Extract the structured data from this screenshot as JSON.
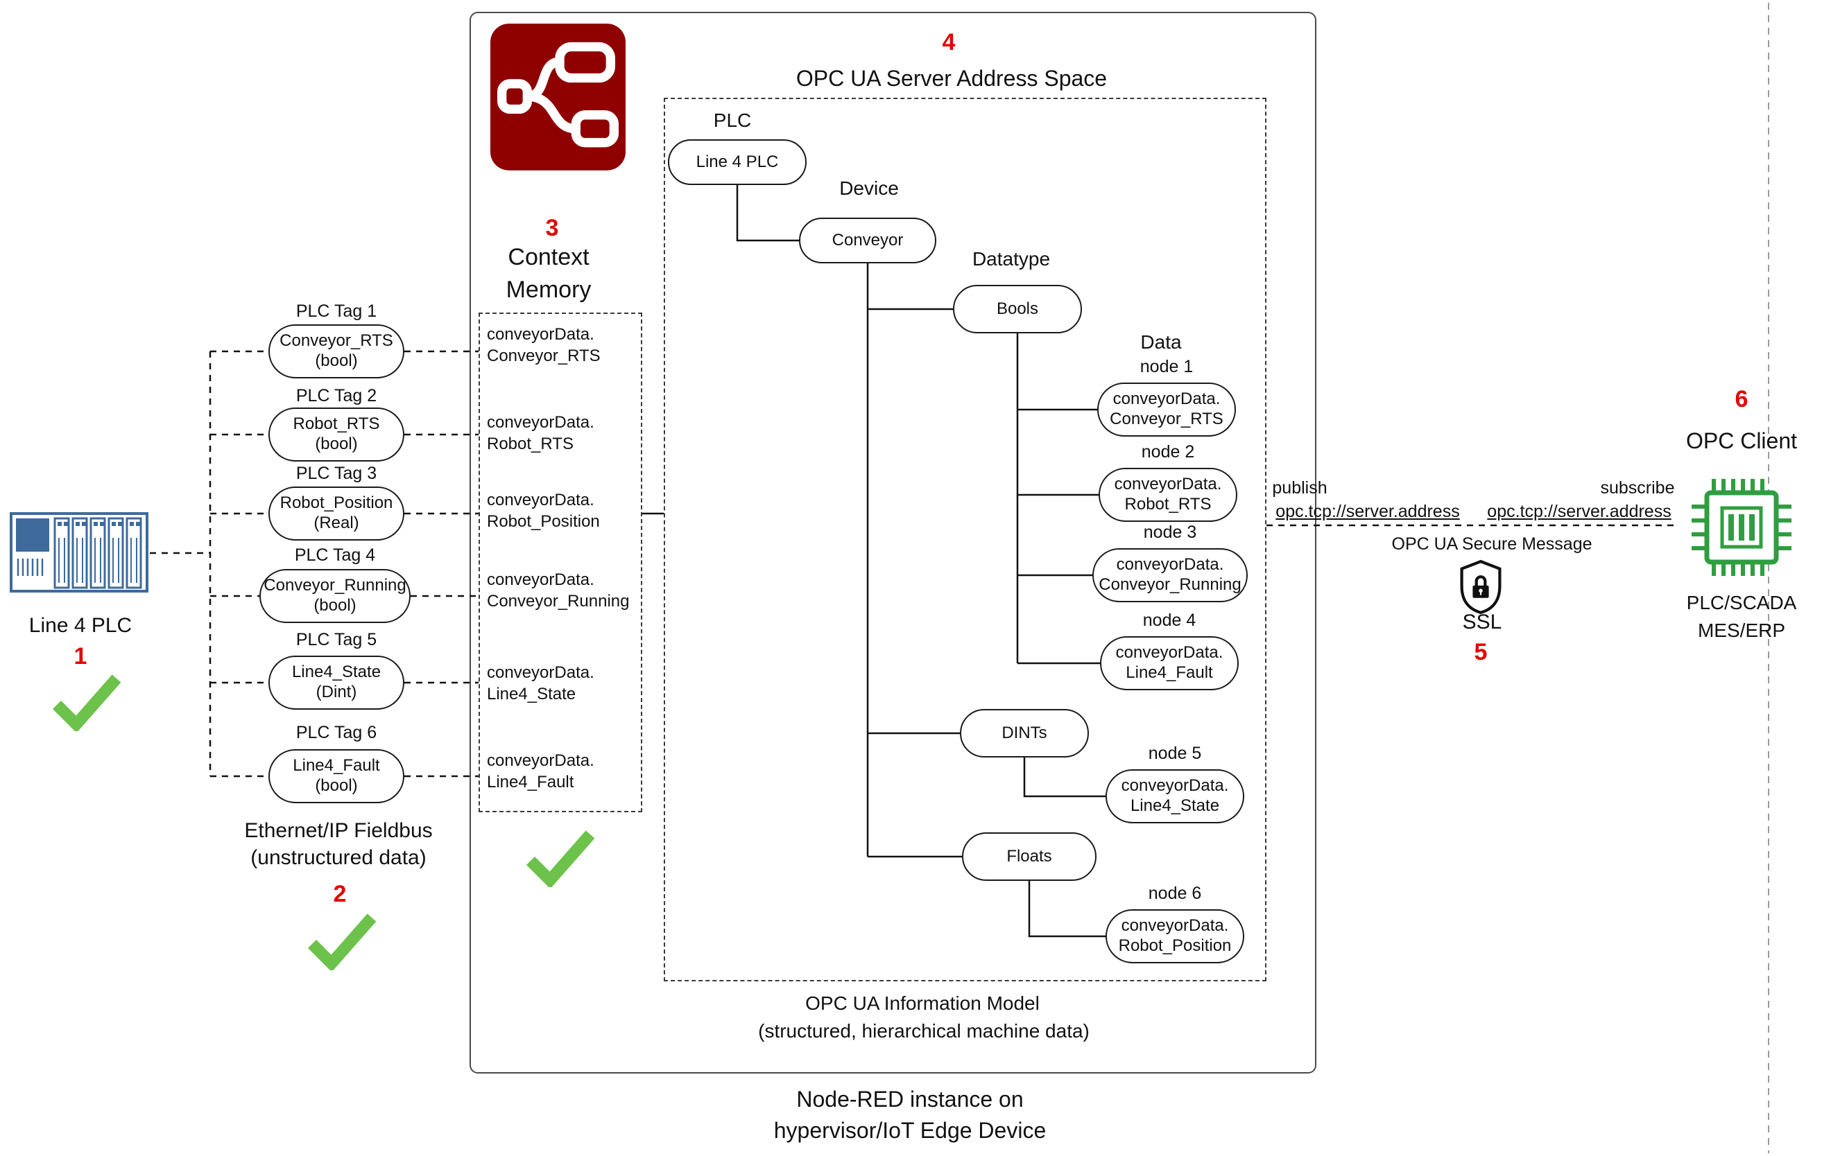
{
  "colors": {
    "accent_red": "#e60000",
    "check_green": "#6cc24a",
    "nodered_maroon": "#8f0000",
    "chip_green": "#2f9e41",
    "plc_blue": "#3e6a9c"
  },
  "icons": {
    "node-red-logo": "nodes-and-wires",
    "plc-rack-icon": "rack-modules",
    "ssl-shield-icon": "shield-with-lock",
    "opc-client-chip-icon": "integrated-circuit",
    "check-icon": "✓"
  },
  "left": {
    "plc_label": "Line 4 PLC",
    "step1": "1",
    "tags": [
      {
        "tag": "PLC Tag 1",
        "line1": "Conveyor_RTS",
        "line2": "(bool)"
      },
      {
        "tag": "PLC Tag 2",
        "line1": "Robot_RTS",
        "line2": "(bool)"
      },
      {
        "tag": "PLC Tag 3",
        "line1": "Robot_Position",
        "line2": "(Real)"
      },
      {
        "tag": "PLC Tag 4",
        "line1": "Conveyor_Running",
        "line2": "(bool)"
      },
      {
        "tag": "PLC Tag 5",
        "line1": "Line4_State",
        "line2": "(Dint)"
      },
      {
        "tag": "PLC Tag 6",
        "line1": "Line4_Fault",
        "line2": "(bool)"
      }
    ],
    "fieldbus_line1": "Ethernet/IP Fieldbus",
    "fieldbus_line2": "(unstructured data)",
    "step2": "2"
  },
  "context": {
    "step3": "3",
    "title_line1": "Context",
    "title_line2": "Memory",
    "entries": [
      {
        "line1": "conveyorData.",
        "line2": "Conveyor_RTS"
      },
      {
        "line1": "conveyorData.",
        "line2": "Robot_RTS"
      },
      {
        "line1": "conveyorData.",
        "line2": "Robot_Position"
      },
      {
        "line1": "conveyorData.",
        "line2": "Conveyor_Running"
      },
      {
        "line1": "conveyorData.",
        "line2": "Line4_State"
      },
      {
        "line1": "conveyorData.",
        "line2": "Line4_Fault"
      }
    ]
  },
  "server": {
    "step4": "4",
    "title": "OPC UA Server Address Space",
    "groups": {
      "plc": "PLC",
      "device": "Device",
      "datatype": "Datatype",
      "data": "Data"
    },
    "plc_node": "Line 4 PLC",
    "device_node": "Conveyor",
    "datatypes": [
      "Bools",
      "DINTs",
      "Floats"
    ],
    "nodes": [
      {
        "label": "node 1",
        "line1": "conveyorData.",
        "line2": "Conveyor_RTS"
      },
      {
        "label": "node 2",
        "line1": "conveyorData.",
        "line2": "Robot_RTS"
      },
      {
        "label": "node 3",
        "line1": "conveyorData.",
        "line2": "Conveyor_Running"
      },
      {
        "label": "node 4",
        "line1": "conveyorData.",
        "line2": "Line4_Fault"
      },
      {
        "label": "node 5",
        "line1": "conveyorData.",
        "line2": "Line4_State"
      },
      {
        "label": "node 6",
        "line1": "conveyorData.",
        "line2": "Robot_Position"
      }
    ],
    "footer_line1": "OPC UA Information Model",
    "footer_line2": "(structured, hierarchical machine data)"
  },
  "nodered": {
    "caption_line1": "Node-RED instance on",
    "caption_line2": "hypervisor/IoT Edge Device"
  },
  "link": {
    "publish": "publish",
    "publish_addr": "opc.tcp://server.address",
    "subscribe": "subscribe",
    "subscribe_addr": "opc.tcp://server.address",
    "secure_msg": "OPC UA Secure Message",
    "ssl": "SSL",
    "step5": "5"
  },
  "client": {
    "step6": "6",
    "title": "OPC Client",
    "caption_line1": "PLC/SCADA",
    "caption_line2": "MES/ERP"
  }
}
